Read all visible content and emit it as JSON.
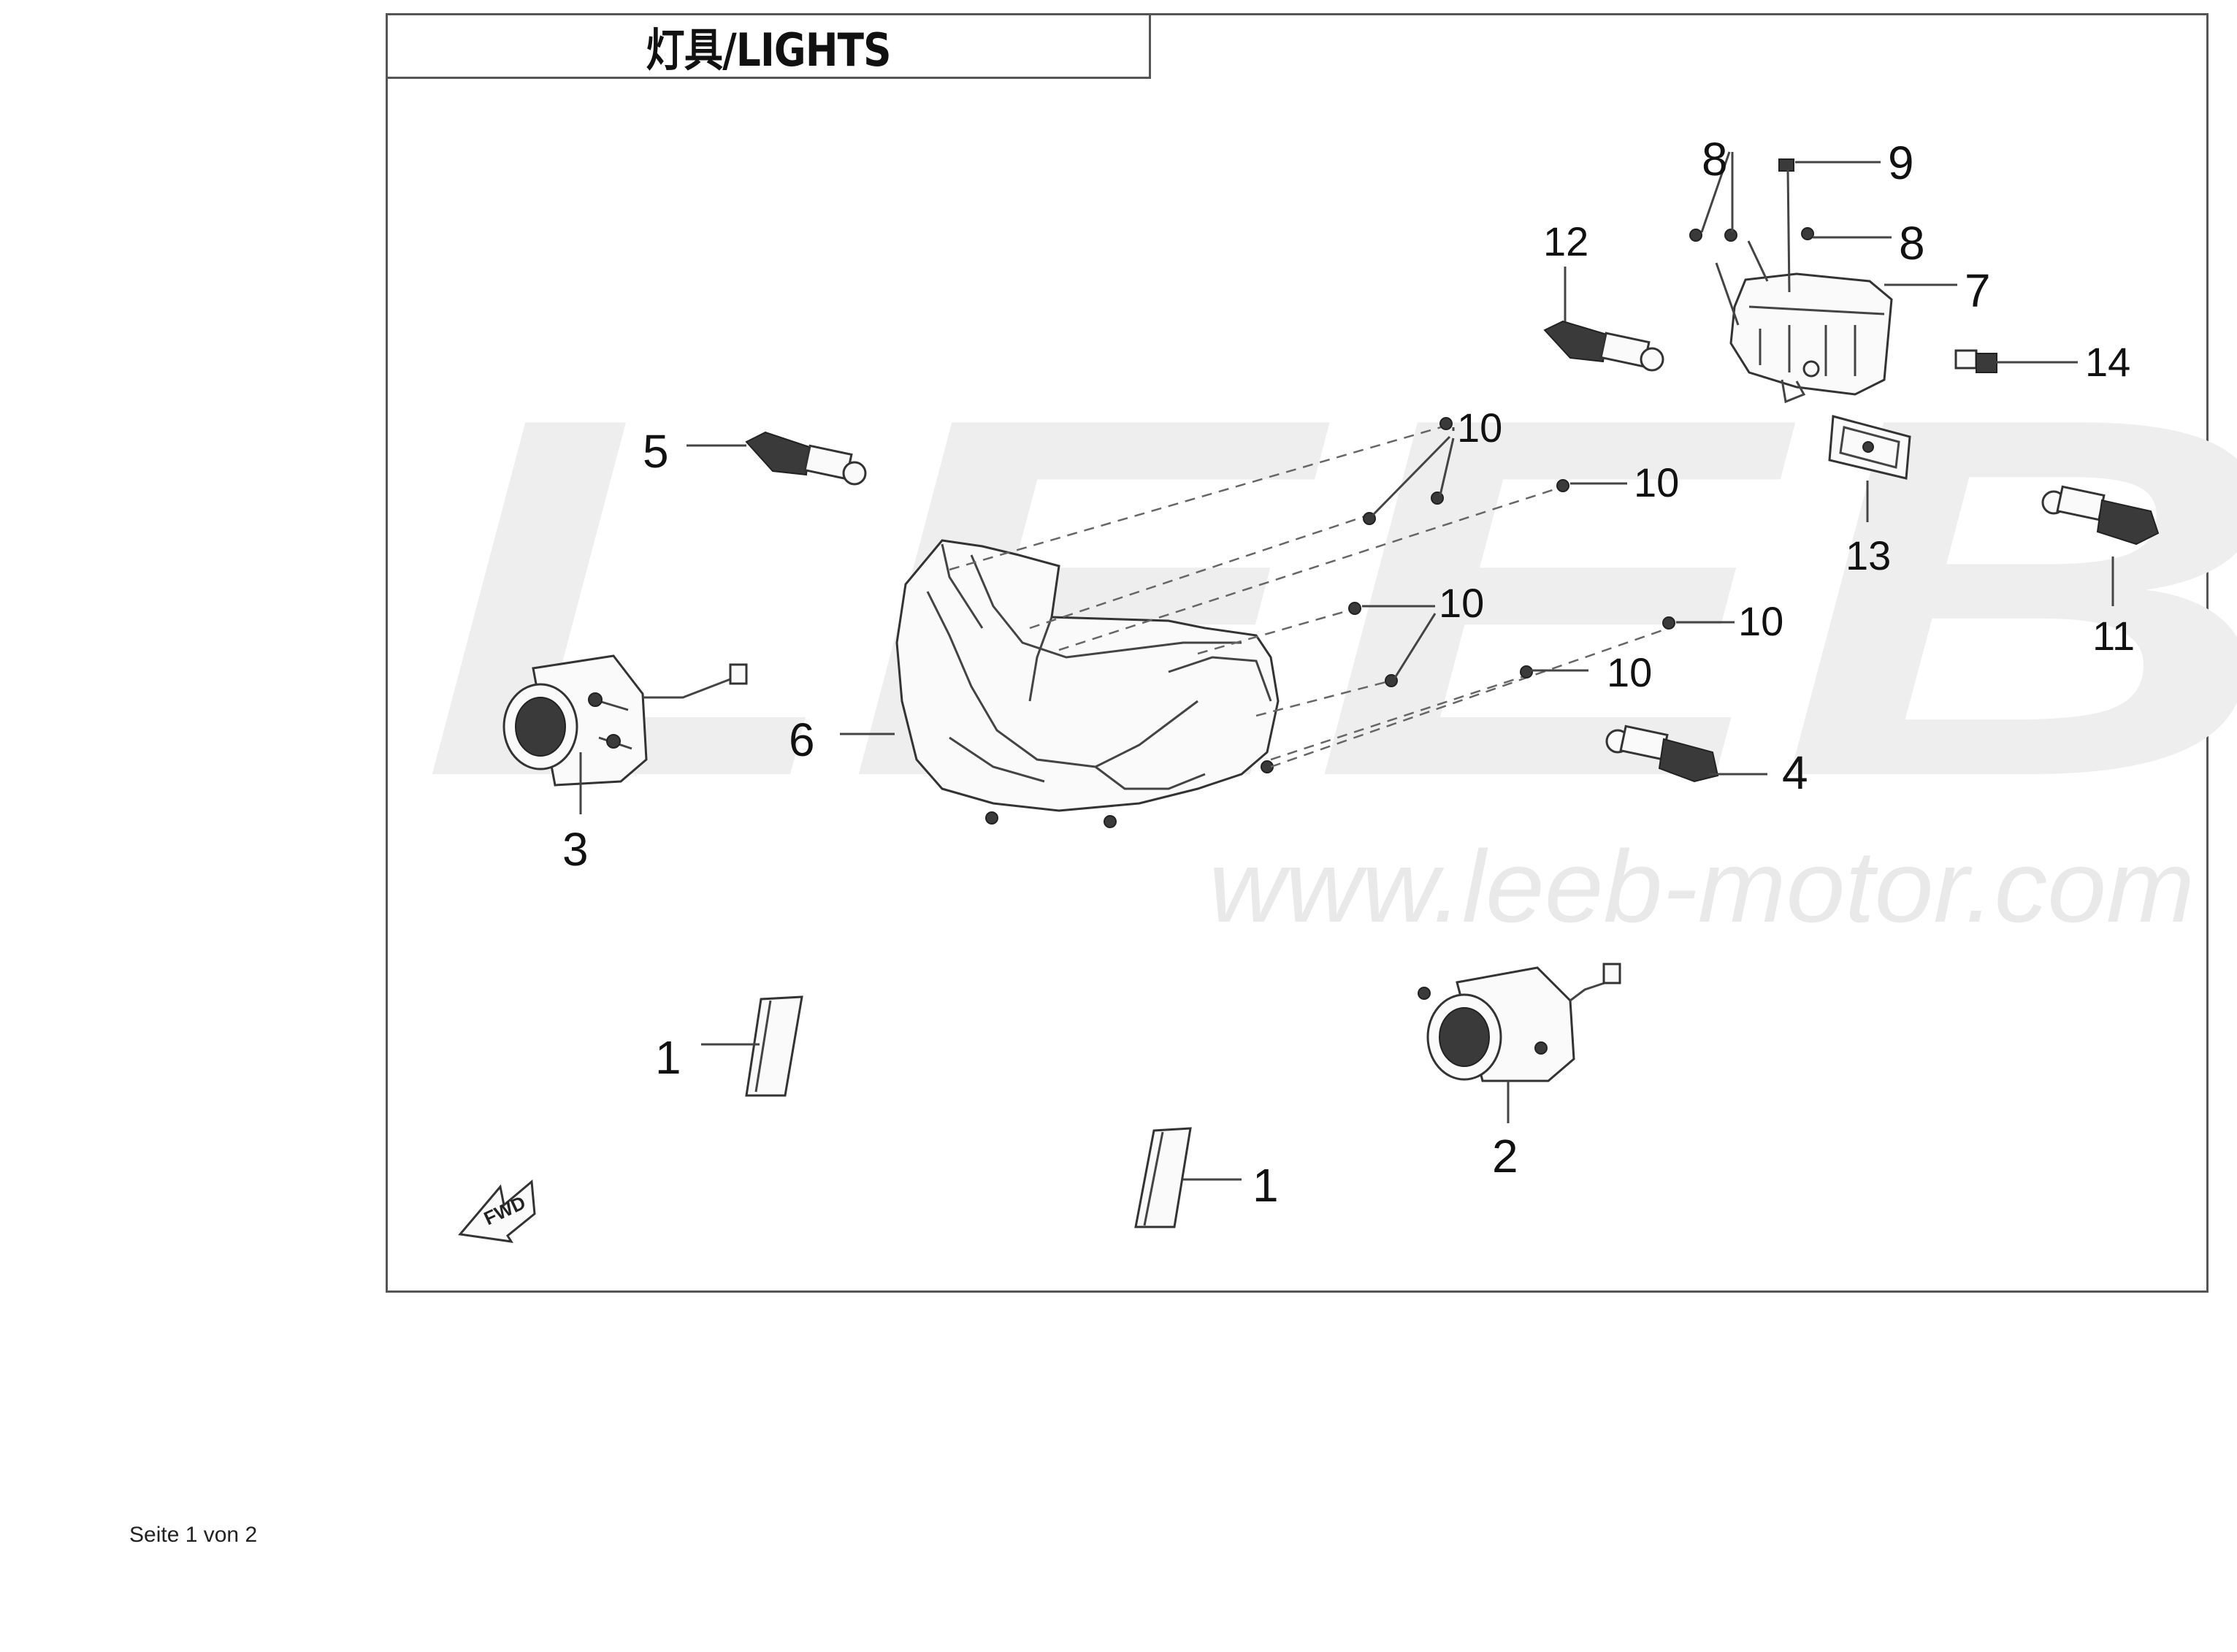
{
  "title": "灯具/LIGHTS",
  "footer": "Seite 1 von 2",
  "watermark": {
    "logo": "LEEB",
    "url": "www.leeb-motor.com"
  },
  "direction_marker": "FWD",
  "callouts": [
    "1",
    "1",
    "2",
    "3",
    "4",
    "5",
    "6",
    "7",
    "8",
    "8",
    "9",
    "10",
    "10",
    "10",
    "10",
    "10",
    "11",
    "12",
    "13",
    "14"
  ],
  "colors": {
    "frame": "#555555",
    "watermark": "#eeeeee",
    "line": "#333333"
  }
}
